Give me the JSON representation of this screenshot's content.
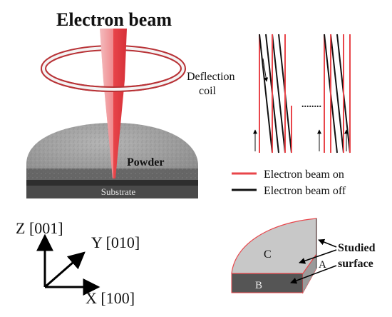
{
  "beam_setup": {
    "title": "Electron beam",
    "coil_label_line1": "Deflection",
    "coil_label_line2": "coil",
    "powder_label": "Powder",
    "substrate_label": "Substrate"
  },
  "scan_pattern": {
    "ellipsis": "........",
    "legend": [
      {
        "label": "Electron beam on",
        "color": "#e8454a"
      },
      {
        "label": "Electron beam off",
        "color": "#111111"
      }
    ]
  },
  "axes": {
    "z_label": "Z [001]",
    "y_label": "Y [010]",
    "x_label": "X [100]"
  },
  "sample": {
    "face_c": "C",
    "face_a": "A",
    "face_b": "B",
    "note_line1": "Studied",
    "note_line2": "surface"
  },
  "colors": {
    "beam_red": "#e8454a",
    "powder_gray": "#9a9a9a",
    "substrate_dark": "#4a4a4a",
    "sample_light": "#c8c8c8",
    "sample_dark": "#555555"
  }
}
